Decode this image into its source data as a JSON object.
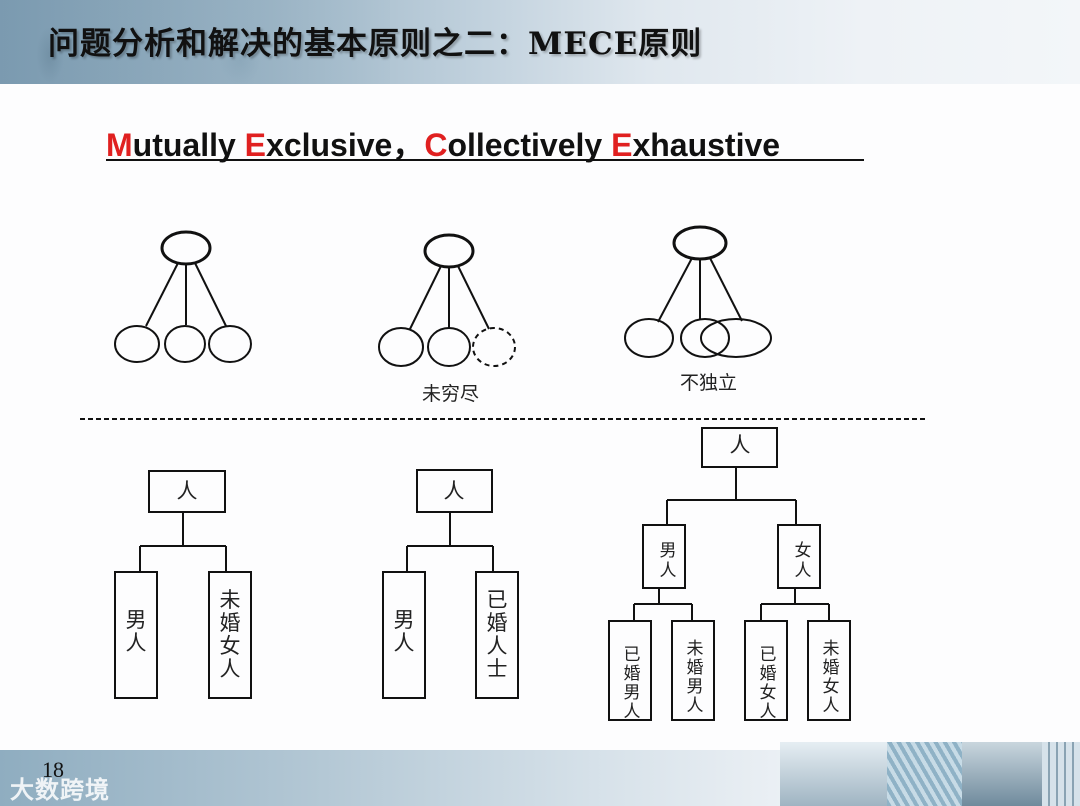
{
  "header": {
    "title": "问题分析和解决的基本原则之二：MECE原则"
  },
  "subtitle": {
    "parts": [
      {
        "initial": "M",
        "rest": "utually "
      },
      {
        "initial": "E",
        "rest": "xclusive，"
      },
      {
        "initial": "C",
        "rest": "ollectively "
      },
      {
        "initial": "E",
        "rest": "xhaustive"
      }
    ],
    "accent_color": "#e02020"
  },
  "top_diagrams": [
    {
      "name": "mece-correct",
      "caption": ""
    },
    {
      "name": "not-exhaustive",
      "caption": "未穷尽"
    },
    {
      "name": "not-exclusive",
      "caption": "不独立"
    }
  ],
  "bottom_trees": [
    {
      "root": "人",
      "children": [
        "男人",
        "未婚女人"
      ]
    },
    {
      "root": "人",
      "children": [
        "男人",
        "已婚人士"
      ]
    },
    {
      "root": "人",
      "children": [
        {
          "label": "男人",
          "children": [
            "已婚男人",
            "未婚男人"
          ]
        },
        {
          "label": "女人",
          "children": [
            "已婚女人",
            "未婚女人"
          ]
        }
      ]
    }
  ],
  "footer": {
    "page_number": "18",
    "watermark": "大数跨境"
  }
}
